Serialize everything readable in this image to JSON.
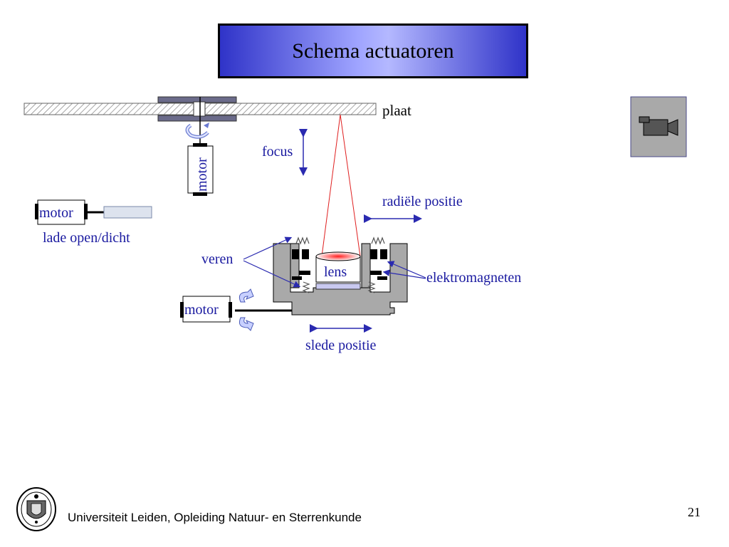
{
  "slide": {
    "title": "Schema actuatoren",
    "page_number": "21",
    "footer": "Universiteit Leiden, Opleiding Natuur- en Sterrenkunde"
  },
  "labels": {
    "plaat": "plaat",
    "focus": "focus",
    "motor_spindle": "motor",
    "motor_tray": "motor",
    "lade": "lade open/dicht",
    "radiele": "radiële positie",
    "veren": "veren",
    "lens": "lens",
    "elektromagneten": "elektromagneten",
    "motor_sled": "motor",
    "slede": "slede positie"
  },
  "icons": {
    "logo": "university-seal-icon",
    "camera": "video-camera-icon"
  },
  "colors": {
    "title_blue": "#2f33c8",
    "label_blue": "#1a1aa0",
    "arrow_blue": "#2a2ab0",
    "laser_red": "#e02020",
    "housing_gray": "#a9a9a9"
  }
}
